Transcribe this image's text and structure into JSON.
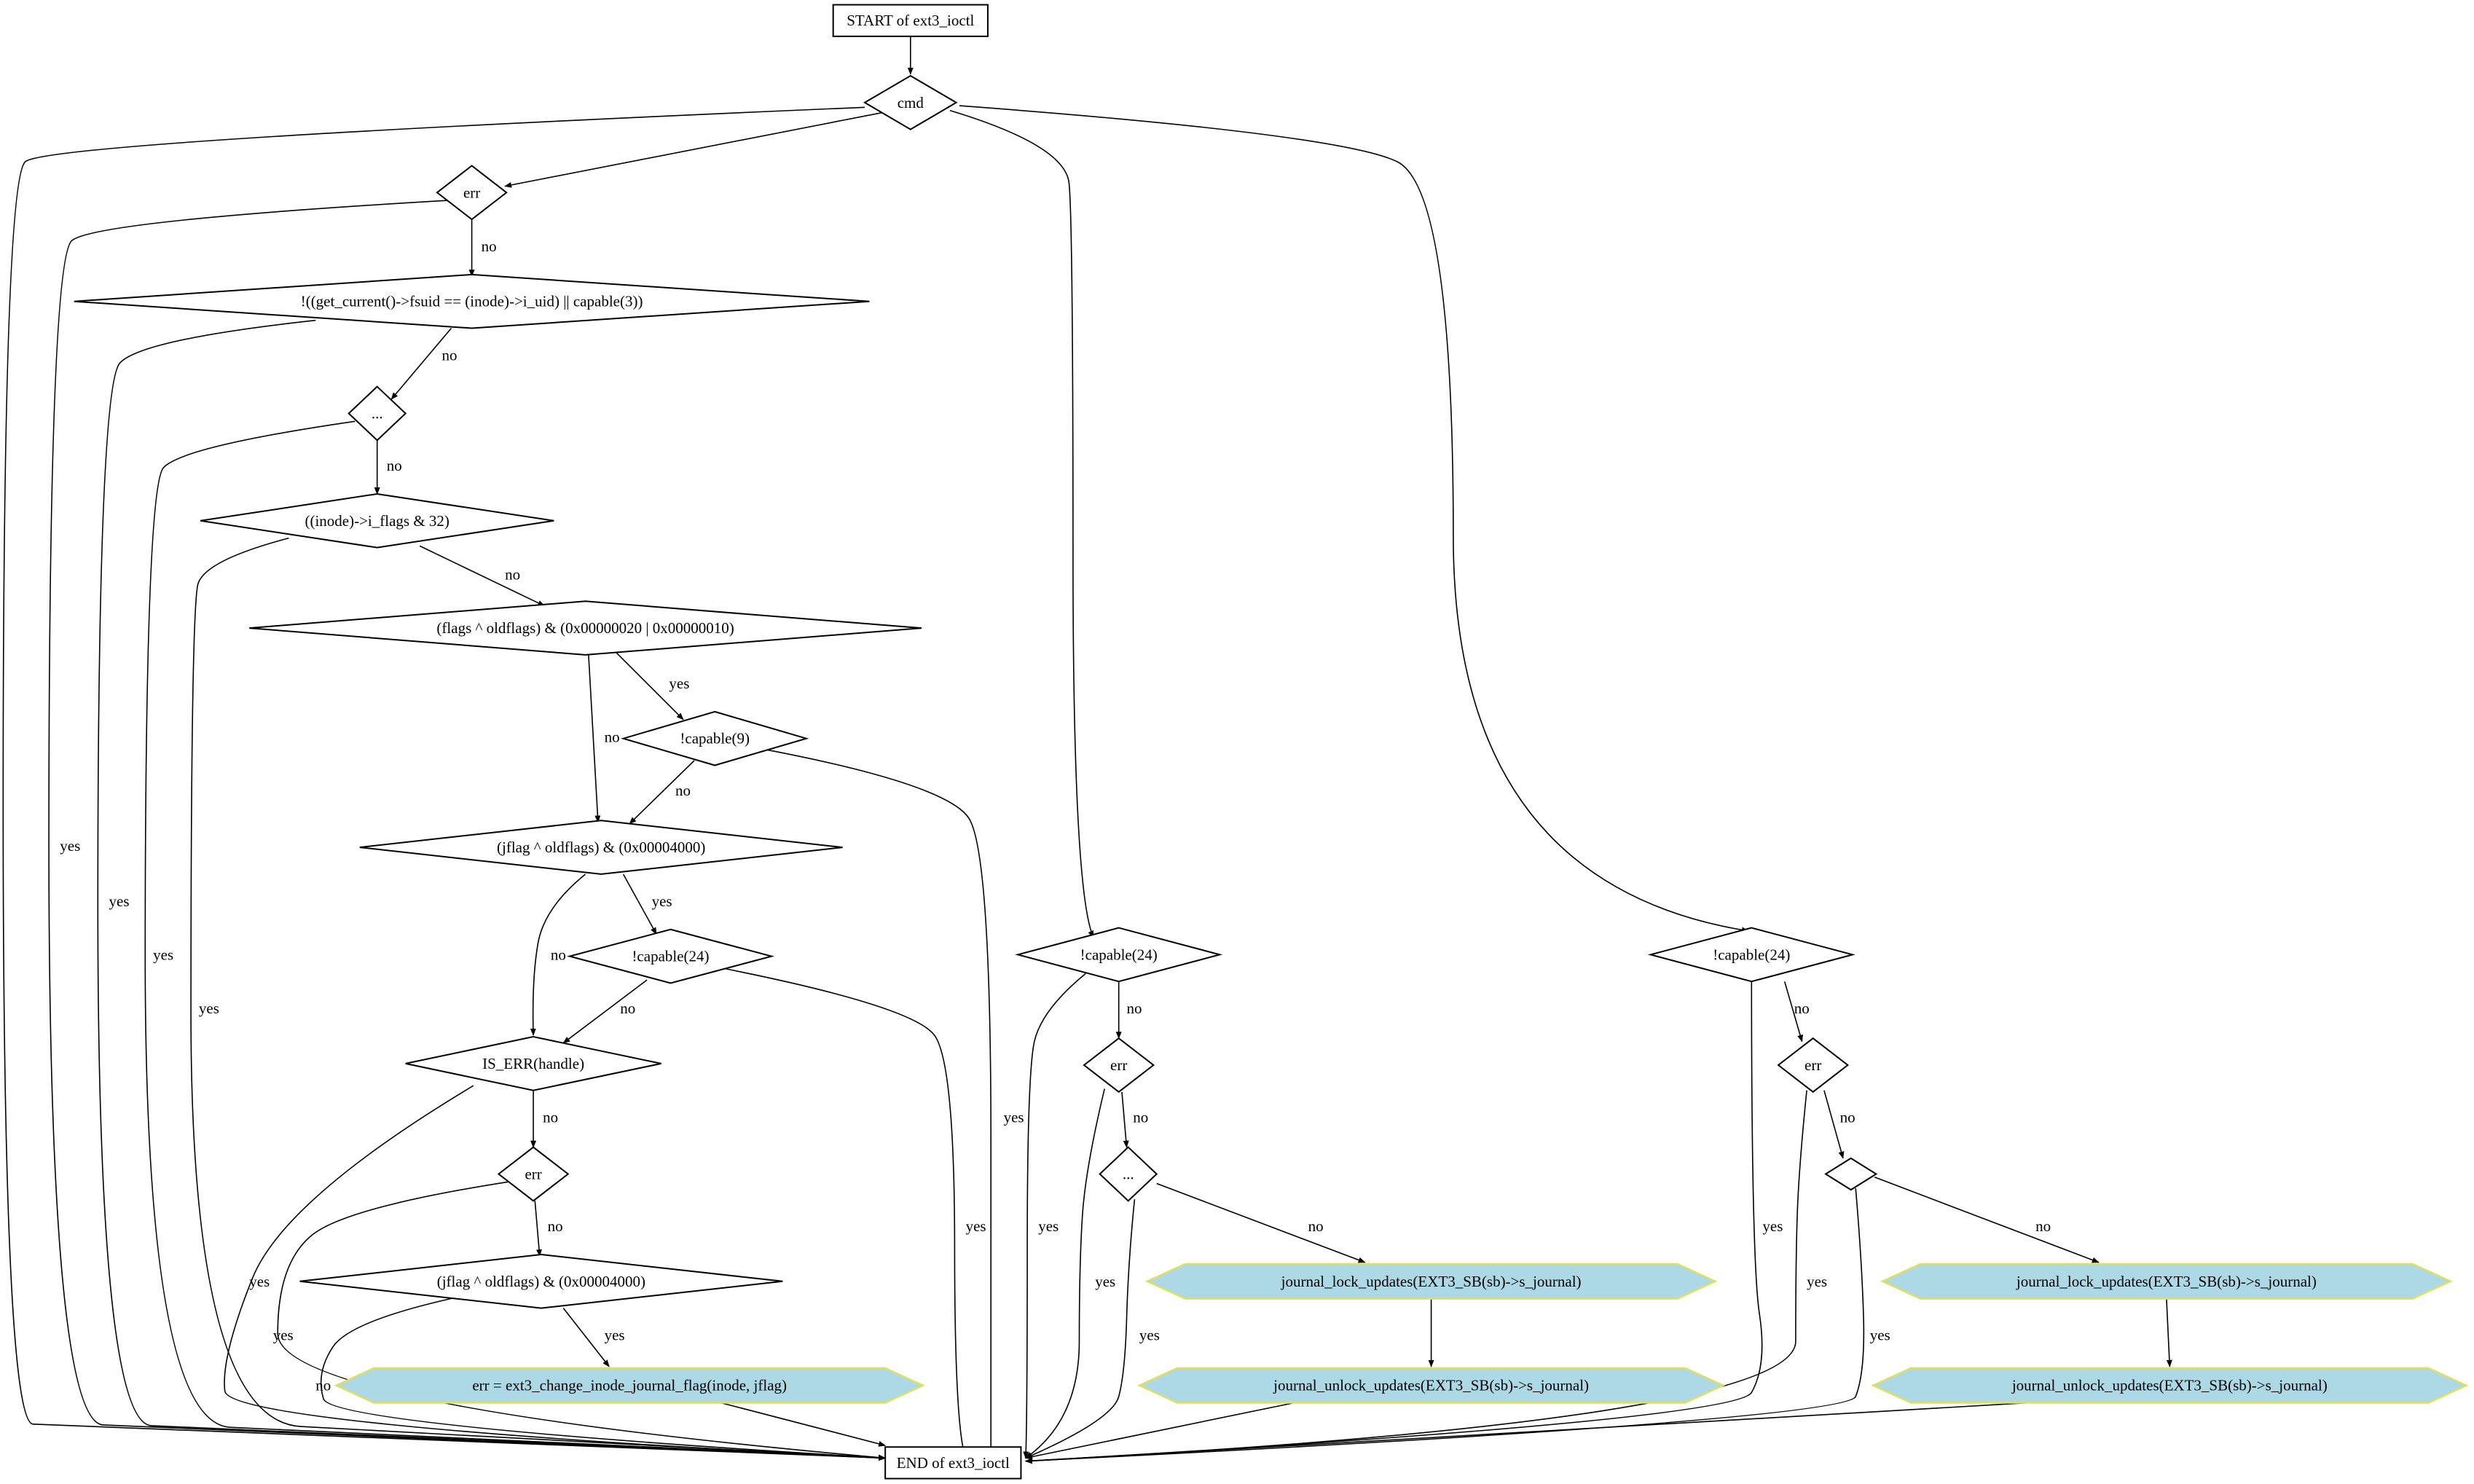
{
  "diagram": {
    "nodes": [
      {
        "id": "start",
        "label": "START of ext3_ioctl"
      },
      {
        "id": "cmd",
        "label": "cmd"
      },
      {
        "id": "err1",
        "label": "err"
      },
      {
        "id": "perm",
        "label": "!((get_current()->fsuid == (inode)->i_uid) || capable(3))"
      },
      {
        "id": "dots1",
        "label": "..."
      },
      {
        "id": "iflags",
        "label": "((inode)->i_flags & 32)"
      },
      {
        "id": "flagsx",
        "label": "(flags ^ oldflags) & (0x00000020 | 0x00000010)"
      },
      {
        "id": "cap9",
        "label": "!capable(9)"
      },
      {
        "id": "jflag1",
        "label": "(jflag ^ oldflags) & (0x00004000)"
      },
      {
        "id": "cap24a",
        "label": "!capable(24)"
      },
      {
        "id": "iserr",
        "label": "IS_ERR(handle)"
      },
      {
        "id": "err2",
        "label": "err"
      },
      {
        "id": "jflag2",
        "label": "(jflag ^ oldflags) & (0x00004000)"
      },
      {
        "id": "change",
        "label": "err = ext3_change_inode_journal_flag(inode, jflag)"
      },
      {
        "id": "cap24b",
        "label": "!capable(24)"
      },
      {
        "id": "err3",
        "label": "err"
      },
      {
        "id": "dots2",
        "label": "..."
      },
      {
        "id": "lock1",
        "label": "journal_lock_updates(EXT3_SB(sb)->s_journal)"
      },
      {
        "id": "unlock1",
        "label": "journal_unlock_updates(EXT3_SB(sb)->s_journal)"
      },
      {
        "id": "cap24c",
        "label": "!capable(24)"
      },
      {
        "id": "err4",
        "label": "err"
      },
      {
        "id": "dots3",
        "label": ""
      },
      {
        "id": "lock2",
        "label": "journal_lock_updates(EXT3_SB(sb)->s_journal)"
      },
      {
        "id": "unlock2",
        "label": "journal_unlock_updates(EXT3_SB(sb)->s_journal)"
      },
      {
        "id": "end",
        "label": "END of ext3_ioctl"
      }
    ],
    "edges": [
      {
        "id": "e-start-cmd",
        "from": "start",
        "to": "cmd",
        "label": ""
      },
      {
        "id": "e-cmd-end",
        "from": "cmd",
        "to": "end",
        "label": ""
      },
      {
        "id": "e-cmd-err1",
        "from": "cmd",
        "to": "err1",
        "label": ""
      },
      {
        "id": "e-cmd-cap24b",
        "from": "cmd",
        "to": "cap24b",
        "label": ""
      },
      {
        "id": "e-cmd-cap24c",
        "from": "cmd",
        "to": "cap24c",
        "label": ""
      },
      {
        "id": "e-err1-end",
        "from": "err1",
        "to": "end",
        "label": "yes"
      },
      {
        "id": "e-err1-perm",
        "from": "err1",
        "to": "perm",
        "label": "no"
      },
      {
        "id": "e-perm-end",
        "from": "perm",
        "to": "end",
        "label": "yes"
      },
      {
        "id": "e-perm-dots1",
        "from": "perm",
        "to": "dots1",
        "label": "no"
      },
      {
        "id": "e-dots1-end",
        "from": "dots1",
        "to": "end",
        "label": "yes"
      },
      {
        "id": "e-dots1-iflags",
        "from": "dots1",
        "to": "iflags",
        "label": "no"
      },
      {
        "id": "e-iflags-end",
        "from": "iflags",
        "to": "end",
        "label": "yes"
      },
      {
        "id": "e-iflags-flagsx",
        "from": "iflags",
        "to": "flagsx",
        "label": "no"
      },
      {
        "id": "e-flagsx-cap9",
        "from": "flagsx",
        "to": "cap9",
        "label": "yes"
      },
      {
        "id": "e-flagsx-jflag1",
        "from": "flagsx",
        "to": "jflag1",
        "label": "no"
      },
      {
        "id": "e-cap9-end",
        "from": "cap9",
        "to": "end",
        "label": "yes"
      },
      {
        "id": "e-cap9-jflag1",
        "from": "cap9",
        "to": "jflag1",
        "label": "no"
      },
      {
        "id": "e-jflag1-cap24a",
        "from": "jflag1",
        "to": "cap24a",
        "label": "yes"
      },
      {
        "id": "e-jflag1-iserr",
        "from": "jflag1",
        "to": "iserr",
        "label": "no"
      },
      {
        "id": "e-cap24a-end",
        "from": "cap24a",
        "to": "end",
        "label": "yes"
      },
      {
        "id": "e-cap24a-iserr",
        "from": "cap24a",
        "to": "iserr",
        "label": "no"
      },
      {
        "id": "e-iserr-end",
        "from": "iserr",
        "to": "end",
        "label": "yes"
      },
      {
        "id": "e-iserr-err2",
        "from": "iserr",
        "to": "err2",
        "label": "no"
      },
      {
        "id": "e-err2-end",
        "from": "err2",
        "to": "end",
        "label": "yes"
      },
      {
        "id": "e-err2-jflag2",
        "from": "err2",
        "to": "jflag2",
        "label": "no"
      },
      {
        "id": "e-jflag2-end",
        "from": "jflag2",
        "to": "end",
        "label": "no"
      },
      {
        "id": "e-jflag2-change",
        "from": "jflag2",
        "to": "change",
        "label": "yes"
      },
      {
        "id": "e-change-end",
        "from": "change",
        "to": "end",
        "label": ""
      },
      {
        "id": "e-cap24b-end",
        "from": "cap24b",
        "to": "end",
        "label": "yes"
      },
      {
        "id": "e-cap24b-err3",
        "from": "cap24b",
        "to": "err3",
        "label": "no"
      },
      {
        "id": "e-err3-end",
        "from": "err3",
        "to": "end",
        "label": "yes"
      },
      {
        "id": "e-err3-dots2",
        "from": "err3",
        "to": "dots2",
        "label": "no"
      },
      {
        "id": "e-dots2-end",
        "from": "dots2",
        "to": "end",
        "label": "yes"
      },
      {
        "id": "e-dots2-lock1",
        "from": "dots2",
        "to": "lock1",
        "label": "no"
      },
      {
        "id": "e-lock1-unlock1",
        "from": "lock1",
        "to": "unlock1",
        "label": ""
      },
      {
        "id": "e-unlock1-end",
        "from": "unlock1",
        "to": "end",
        "label": ""
      },
      {
        "id": "e-cap24c-end",
        "from": "cap24c",
        "to": "end",
        "label": "yes"
      },
      {
        "id": "e-cap24c-err4",
        "from": "cap24c",
        "to": "err4",
        "label": "no"
      },
      {
        "id": "e-err4-end",
        "from": "err4",
        "to": "end",
        "label": "yes"
      },
      {
        "id": "e-err4-dots3",
        "from": "err4",
        "to": "dots3",
        "label": "no"
      },
      {
        "id": "e-dots3-end",
        "from": "dots3",
        "to": "end",
        "label": "yes"
      },
      {
        "id": "e-dots3-lock2",
        "from": "dots3",
        "to": "lock2",
        "label": "no"
      },
      {
        "id": "e-lock2-unlock2",
        "from": "lock2",
        "to": "unlock2",
        "label": ""
      },
      {
        "id": "e-unlock2-end",
        "from": "unlock2",
        "to": "end",
        "label": ""
      }
    ]
  }
}
